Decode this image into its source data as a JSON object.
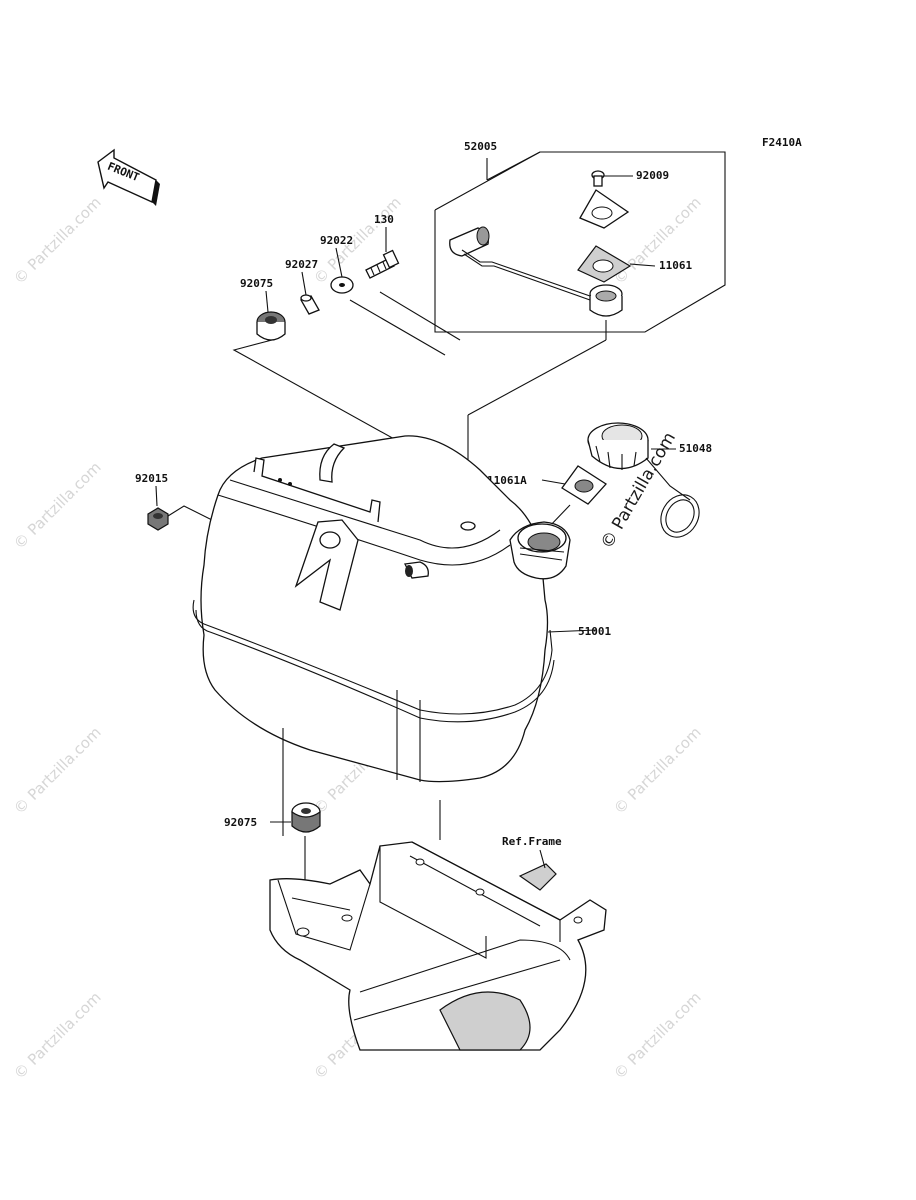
{
  "figure_code": "F2410A",
  "front_arrow_text": "FRONT",
  "ref_frame_label": "Ref.Frame",
  "watermark_text": "© Partzilla.com",
  "parts": {
    "p52005": "52005",
    "p92009": "92009",
    "p11061": "11061",
    "p130": "130",
    "p92022": "92022",
    "p92027": "92027",
    "p92075_top": "92075",
    "p51048": "51048",
    "p11061A": "11061A",
    "p92015": "92015",
    "p51001": "51001",
    "p92075_bottom": "92075"
  }
}
